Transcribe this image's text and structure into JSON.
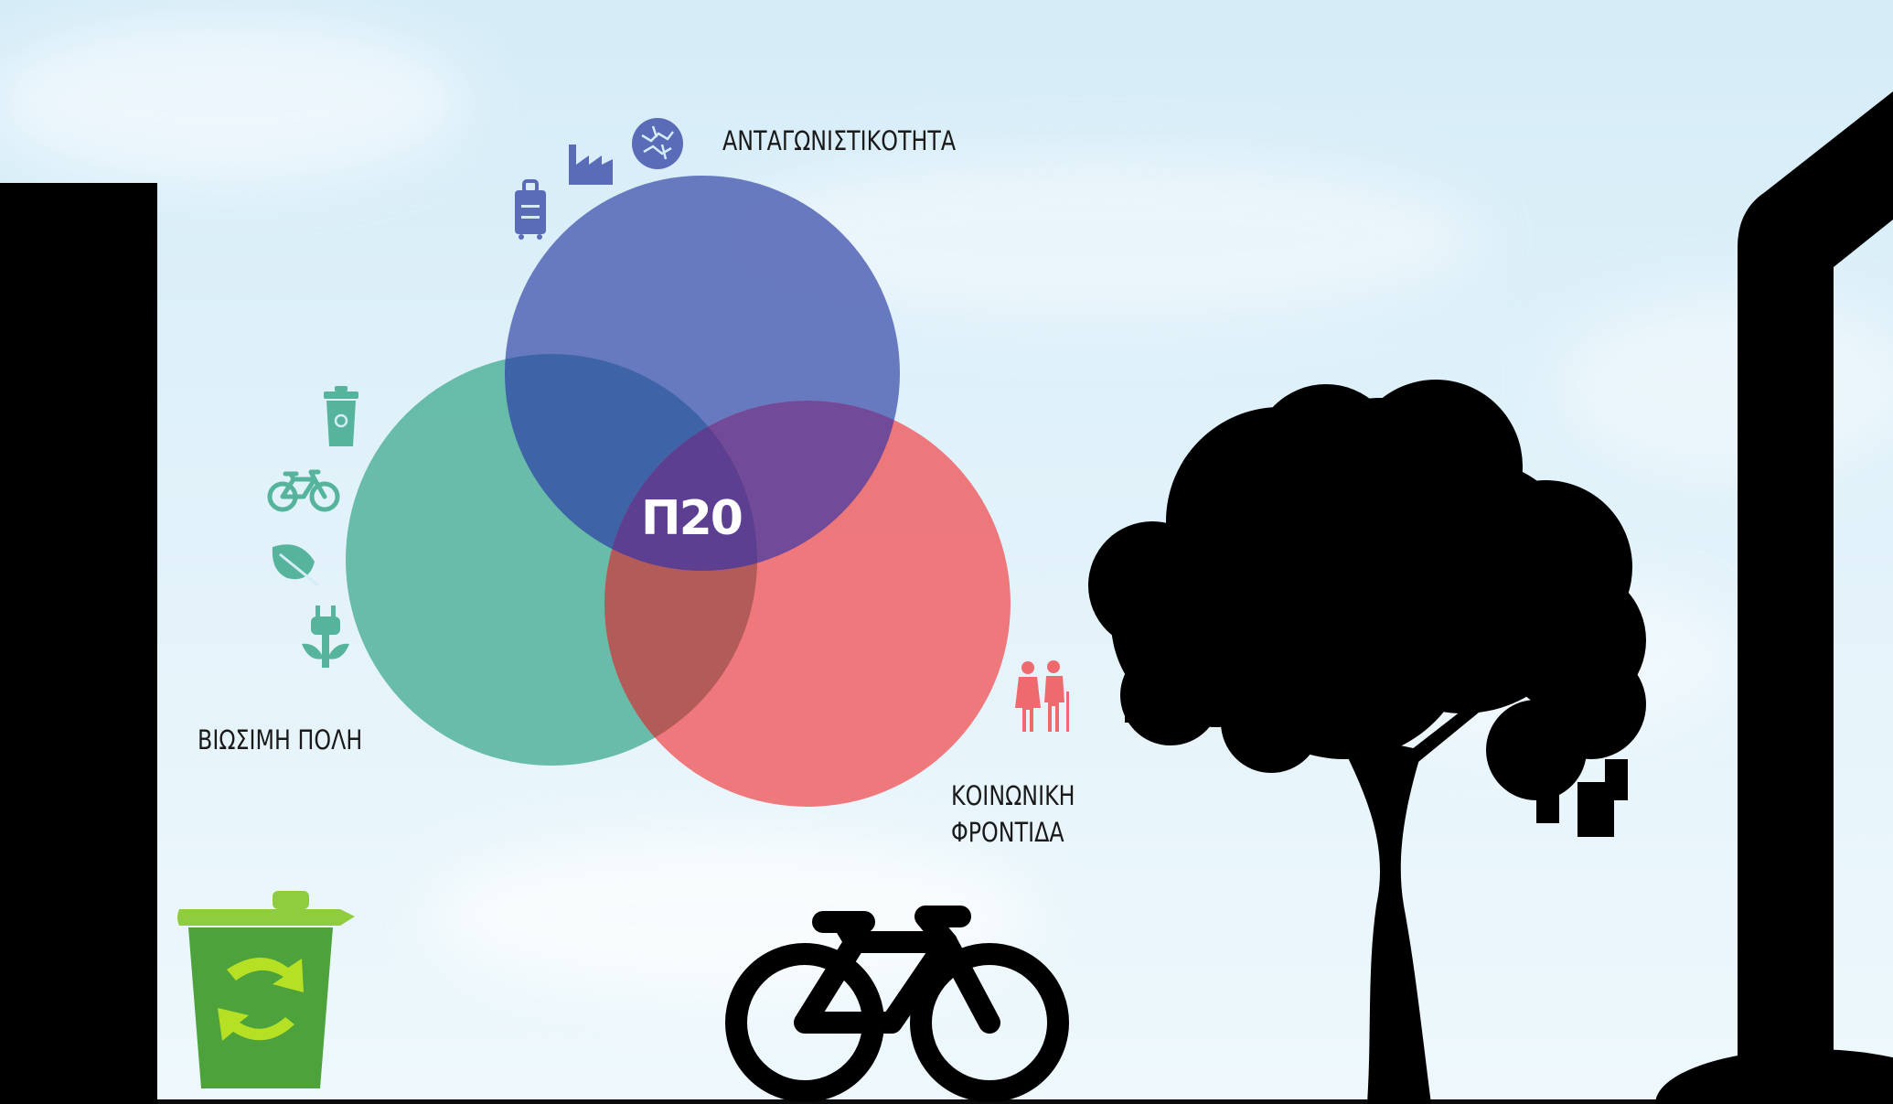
{
  "labels": {
    "competitiveness": "ΑΝΤΑΓΩΝΙΣΤΙΚΟΤΗΤΑ",
    "sustainable_city": "ΒΙΩΣΙΜΗ ΠΟΛΗ",
    "social_care_line1": "ΚΟΙΝΩΝΙΚΗ",
    "social_care_line2": "ΦΡΟΝΤΙΔΑ"
  },
  "logo_text": "Π20",
  "colors": {
    "competitiveness": "#5a6cb8",
    "sustainable_city": "#56b49d",
    "social_care": "#ee6a6e",
    "center_overlap": "#5c3f90",
    "silhouettes": "#000000",
    "recycle_bin": "#4ea23b",
    "recycle_arrows": "#b6e024"
  },
  "icons": {
    "competitiveness": [
      "suitcase-icon",
      "factory-icon",
      "globe-icon"
    ],
    "sustainable_city": [
      "recycle-bin-icon",
      "bicycle-icon",
      "leaf-icon",
      "plug-plant-icon"
    ],
    "social_care": [
      "elderly-couple-icon"
    ]
  }
}
